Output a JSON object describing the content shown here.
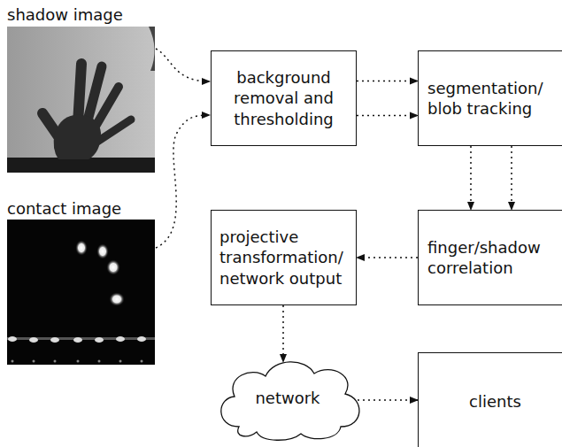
{
  "diagram": {
    "nodes": [
      {
        "text": [
          "background removal and thresholding"
        ]
      },
      {
        "text": [
          "segmentation/ blob tracking"
        ]
      },
      {
        "text": [
          "finger/shadow correlation"
        ]
      },
      {
        "text": [
          "projective transformation/ network output"
        ]
      },
      {
        "text": [
          "network"
        ]
      },
      {
        "text": [
          "clients"
        ]
      }
    ],
    "edges": [
      {
        "from": 0,
        "to": 1,
        "arrow": "to"
      },
      {
        "from": 0,
        "to": 1,
        "arrow": "to"
      },
      {
        "from": 1,
        "to": 2,
        "arrow": "to"
      },
      {
        "from": 1,
        "to": 2,
        "arrow": "to"
      },
      {
        "from": 2,
        "to": 3,
        "arrow": "to"
      },
      {
        "from": 3,
        "to": 4,
        "arrow": "to"
      },
      {
        "from": 4,
        "to": 5,
        "arrow": "to"
      }
    ],
    "labels": [
      "shadow image",
      "contact image"
    ]
  }
}
